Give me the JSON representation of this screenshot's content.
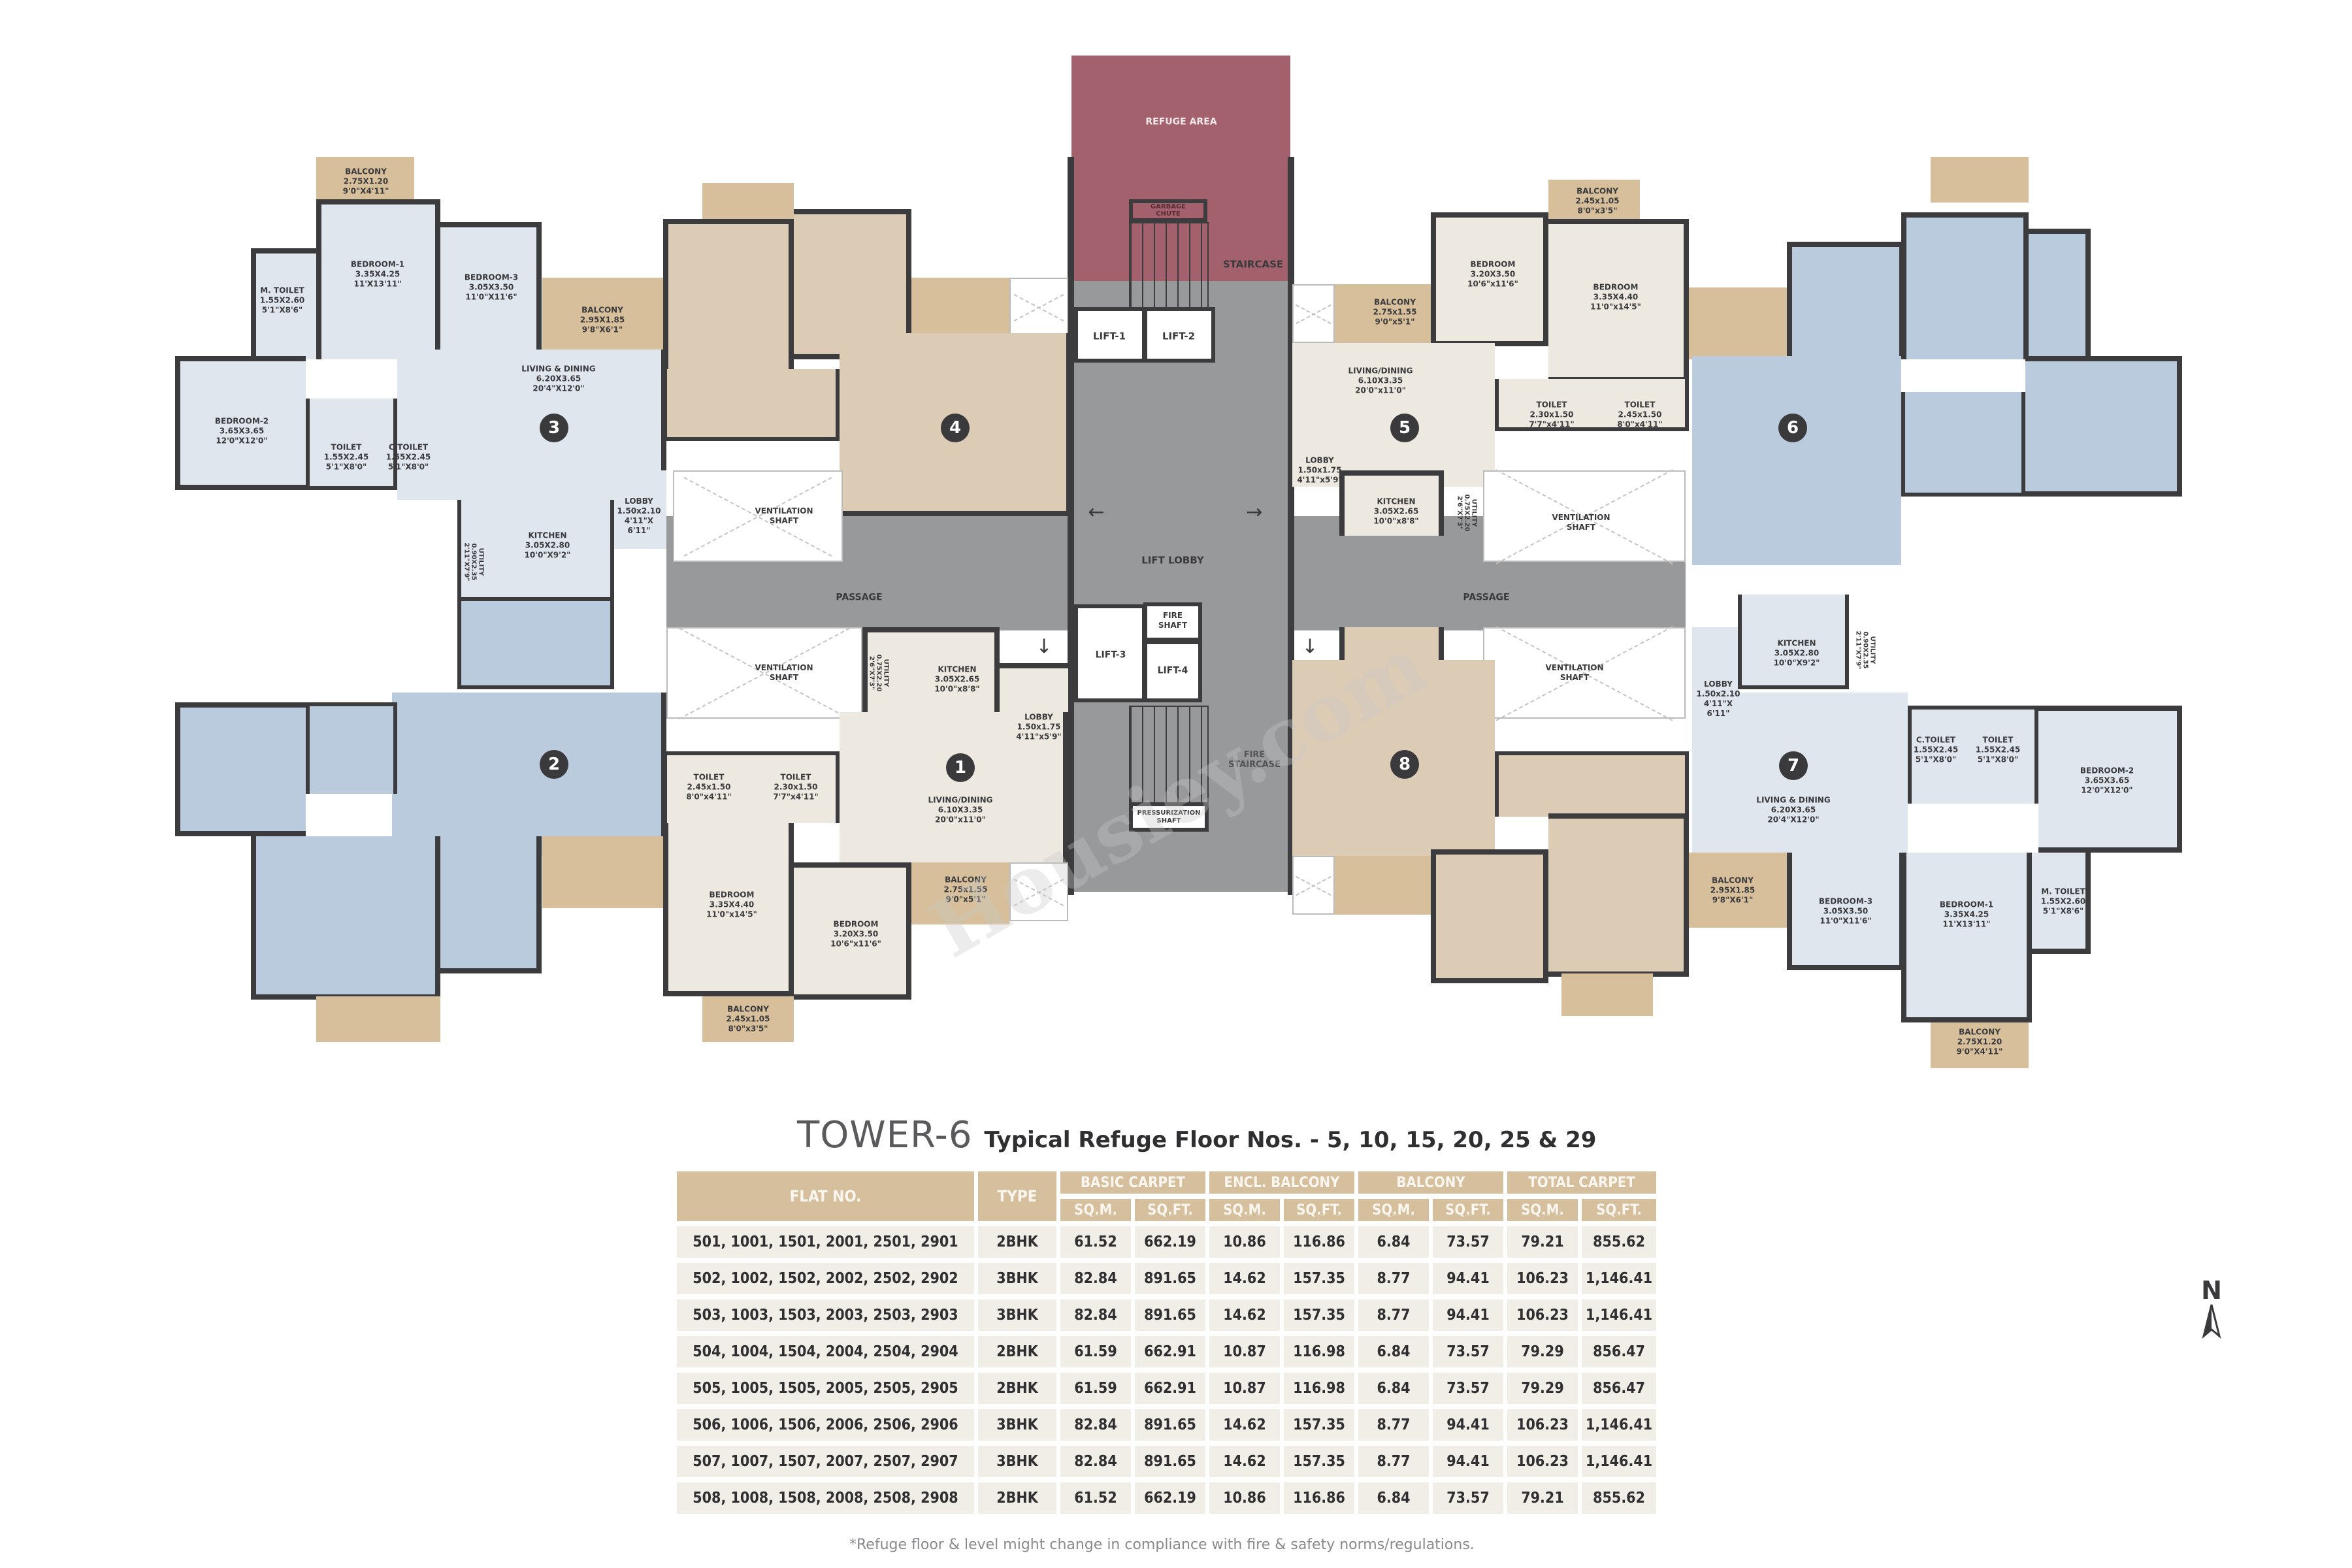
{
  "plan": {
    "core": {
      "refuge_area": "REFUGE AREA",
      "garbage_chute": "GARBAGE\nCHUTE",
      "staircase": "STAIRCASE",
      "lift_1": "LIFT-1",
      "lift_2": "LIFT-2",
      "lift_3": "LIFT-3",
      "lift_4": "LIFT-4",
      "fire_shaft": "FIRE\nSHAFT",
      "fire_staircase": "FIRE\nSTAIRCASE",
      "pressurization_shaft": "PRESSURIZATION\nSHAFT",
      "lift_lobby": "LIFT LOBBY",
      "passage_left": "PASSAGE",
      "passage_right": "PASSAGE",
      "vent_shaft": "VENTILATION\nSHAFT"
    },
    "flats": {
      "flat_3": {
        "number": "3",
        "balcony_top": "BALCONY\n2.75X1.20\n9'0\"X4'11\"",
        "m_toilet": "M. TOILET\n1.55X2.60\n5'1\"X8'6\"",
        "bedroom_1": "BEDROOM-1\n3.35X4.25\n11'X13'11\"",
        "bedroom_3": "BEDROOM-3\n3.05X3.50\n11'0\"X11'6\"",
        "balcony_side": "BALCONY\n2.95X1.85\n9'8\"X6'1\"",
        "bedroom_2": "BEDROOM-2\n3.65X3.65\n12'0\"X12'0\"",
        "toilet": "TOILET\n1.55X2.45\n5'1\"X8'0\"",
        "c_toilet": "C.TOILET\n1.55X2.45\n5'1\"X8'0\"",
        "living": "LIVING & DINING\n6.20X3.65\n20'4\"X12'0\"",
        "lobby": "LOBBY\n1.50x2.10\n4'11\"X\n6'11\"",
        "kitchen": "KITCHEN\n3.05X2.80\n10'0\"X9'2\"",
        "utility": "UTILITY\n0.90X2.35\n2'11\"X7'9\""
      },
      "flat_5": {
        "number": "5",
        "balcony": "BALCONY\n2.75x1.55\n9'0\"x5'1\"",
        "bedroom_a": "BEDROOM\n3.20X3.50\n10'6\"x11'6\"",
        "balcony_top": "BALCONY\n2.45x1.05\n8'0\"x3'5\"",
        "bedroom_b": "BEDROOM\n3.35X4.40\n11'0\"x14'5\"",
        "living": "LIVING/DINING\n6.10X3.35\n20'0\"x11'0\"",
        "toilet_a": "TOILET\n2.30x1.50\n7'7\"x4'11\"",
        "toilet_b": "TOILET\n2.45x1.50\n8'0\"x4'11\"",
        "lobby": "LOBBY\n1.50x1.75\n4'11\"x5'9\"",
        "kitchen": "KITCHEN\n3.05X2.65\n10'0\"x8'8\"",
        "utility": "UTILITY\n0.75X2.20\n2'6\"X7'3\""
      },
      "flat_1": {
        "number": "1",
        "kitchen": "KITCHEN\n3.05X2.65\n10'0\"x8'8\"",
        "utility": "UTILITY\n0.75X2.20\n2'6\"X7'3\"",
        "lobby": "LOBBY\n1.50x1.75\n4'11\"x5'9\"",
        "toilet_a": "TOILET\n2.45x1.50\n8'0\"x4'11\"",
        "toilet_b": "TOILET\n2.30x1.50\n7'7\"x4'11\"",
        "living": "LIVING/DINING\n6.10X3.35\n20'0\"x11'0\"",
        "bedroom_a": "BEDROOM\n3.35X4.40\n11'0\"x14'5\"",
        "bedroom_b": "BEDROOM\n3.20X3.50\n10'6\"x11'6\"",
        "balcony": "BALCONY\n2.75x1.55\n9'0\"x5'1\"",
        "balcony_bottom": "BALCONY\n2.45x1.05\n8'0\"x3'5\""
      },
      "flat_7": {
        "number": "7",
        "kitchen": "KITCHEN\n3.05X2.80\n10'0\"X9'2\"",
        "utility": "UTILITY\n0.90X2.35\n2'11\"X7'9\"",
        "lobby": "LOBBY\n1.50x2.10\n4'11\"X\n6'11\"",
        "c_toilet": "C.TOILET\n1.55X2.45\n5'1\"X8'0\"",
        "toilet": "TOILET\n1.55X2.45\n5'1\"X8'0\"",
        "bedroom_2": "BEDROOM-2\n3.65X3.65\n12'0\"X12'0\"",
        "living": "LIVING & DINING\n6.20X3.65\n20'4\"X12'0\"",
        "balcony_side": "BALCONY\n2.95X1.85\n9'8\"X6'1\"",
        "bedroom_3": "BEDROOM-3\n3.05X3.50\n11'0\"X11'6\"",
        "bedroom_1": "BEDROOM-1\n3.35X4.25\n11'X13'11\"",
        "m_toilet": "M. TOILET\n1.55X2.60\n5'1\"X8'6\"",
        "balcony_bottom": "BALCONY\n2.75X1.20\n9'0\"X4'11\""
      },
      "flat_2": {
        "number": "2"
      },
      "flat_4": {
        "number": "4"
      },
      "flat_6": {
        "number": "6"
      },
      "flat_8": {
        "number": "8"
      }
    },
    "colors": {
      "flat_3bhk_blue": "#dfe6ee",
      "flat_furnished_blue": "#b9cbdc",
      "flat_2bhk_beige": "#ede9e1",
      "flat_furnished_beige": "#dccbb5",
      "balcony": "#d6bf9a",
      "core_gray": "#97999b",
      "refuge": "#a2616d",
      "table_header": "#d5bf9c",
      "table_cell": "#f1ede7"
    }
  },
  "title": {
    "tower": "TOWER-6",
    "subtitle": "Typical Refuge Floor Nos. - 5, 10, 15, 20, 25 & 29"
  },
  "table": {
    "headers": {
      "flat_no": "FLAT NO.",
      "type": "TYPE",
      "basic_carpet": "BASIC CARPET",
      "encl_balcony": "ENCL. BALCONY",
      "balcony": "BALCONY",
      "total_carpet": "TOTAL CARPET",
      "sqm": "SQ.M.",
      "sqft": "SQ.FT."
    },
    "rows": [
      {
        "flat": "501, 1001, 1501, 2001, 2501, 2901",
        "type": "2BHK",
        "bc_sqm": "61.52",
        "bc_sqft": "662.19",
        "eb_sqm": "10.86",
        "eb_sqft": "116.86",
        "b_sqm": "6.84",
        "b_sqft": "73.57",
        "tc_sqm": "79.21",
        "tc_sqft": "855.62"
      },
      {
        "flat": "502, 1002, 1502, 2002, 2502, 2902",
        "type": "3BHK",
        "bc_sqm": "82.84",
        "bc_sqft": "891.65",
        "eb_sqm": "14.62",
        "eb_sqft": "157.35",
        "b_sqm": "8.77",
        "b_sqft": "94.41",
        "tc_sqm": "106.23",
        "tc_sqft": "1,146.41"
      },
      {
        "flat": "503, 1003, 1503, 2003, 2503, 2903",
        "type": "3BHK",
        "bc_sqm": "82.84",
        "bc_sqft": "891.65",
        "eb_sqm": "14.62",
        "eb_sqft": "157.35",
        "b_sqm": "8.77",
        "b_sqft": "94.41",
        "tc_sqm": "106.23",
        "tc_sqft": "1,146.41"
      },
      {
        "flat": "504, 1004, 1504, 2004, 2504, 2904",
        "type": "2BHK",
        "bc_sqm": "61.59",
        "bc_sqft": "662.91",
        "eb_sqm": "10.87",
        "eb_sqft": "116.98",
        "b_sqm": "6.84",
        "b_sqft": "73.57",
        "tc_sqm": "79.29",
        "tc_sqft": "856.47"
      },
      {
        "flat": "505, 1005, 1505, 2005, 2505, 2905",
        "type": "2BHK",
        "bc_sqm": "61.59",
        "bc_sqft": "662.91",
        "eb_sqm": "10.87",
        "eb_sqft": "116.98",
        "b_sqm": "6.84",
        "b_sqft": "73.57",
        "tc_sqm": "79.29",
        "tc_sqft": "856.47"
      },
      {
        "flat": "506, 1006, 1506, 2006, 2506, 2906",
        "type": "3BHK",
        "bc_sqm": "82.84",
        "bc_sqft": "891.65",
        "eb_sqm": "14.62",
        "eb_sqft": "157.35",
        "b_sqm": "8.77",
        "b_sqft": "94.41",
        "tc_sqm": "106.23",
        "tc_sqft": "1,146.41"
      },
      {
        "flat": "507, 1007, 1507, 2007, 2507, 2907",
        "type": "3BHK",
        "bc_sqm": "82.84",
        "bc_sqft": "891.65",
        "eb_sqm": "14.62",
        "eb_sqft": "157.35",
        "b_sqm": "8.77",
        "b_sqft": "94.41",
        "tc_sqm": "106.23",
        "tc_sqft": "1,146.41"
      },
      {
        "flat": "508, 1008, 1508, 2008, 2508, 2908",
        "type": "2BHK",
        "bc_sqm": "61.52",
        "bc_sqft": "662.19",
        "eb_sqm": "10.86",
        "eb_sqft": "116.86",
        "b_sqm": "6.84",
        "b_sqft": "73.57",
        "tc_sqm": "79.21",
        "tc_sqft": "855.62"
      }
    ]
  },
  "footnote": "*Refuge floor & level might change in compliance with fire & safety norms/regulations.",
  "north": {
    "label": "N",
    "icon": "north-arrow-icon"
  },
  "watermark": "Housiey.com"
}
